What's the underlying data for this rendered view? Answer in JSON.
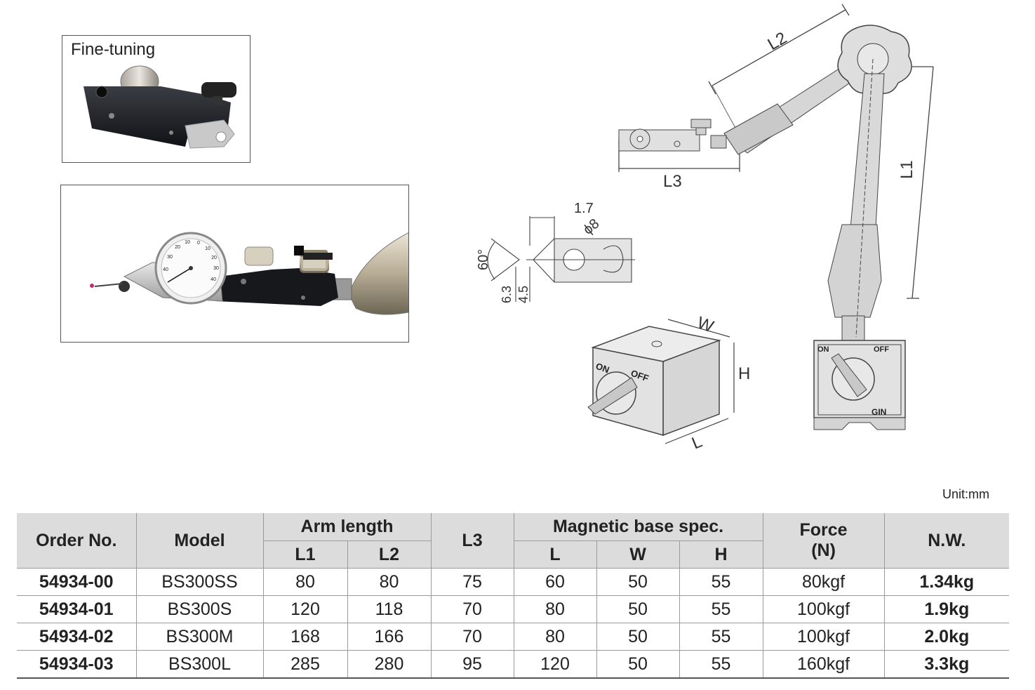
{
  "fine_tuning_label": "Fine-tuning",
  "unit_label": "Unit:mm",
  "drawing_labels": {
    "L1": "L1",
    "L2": "L2",
    "L3": "L3",
    "dim_1_7": "1.7",
    "dim_phi8": "ϕ8",
    "dim_60": "60°",
    "dim_6_3": "6.3",
    "dim_4_5": "4.5",
    "W": "W",
    "H": "H",
    "L": "L",
    "on": "ON",
    "off": "OFF",
    "gin": "GIN"
  },
  "dial_numbers": [
    "40",
    "30",
    "20",
    "10",
    "0",
    "10",
    "20",
    "30",
    "40"
  ],
  "table": {
    "headers": {
      "order_no": "Order No.",
      "model": "Model",
      "arm_length": "Arm length",
      "l1": "L1",
      "l2": "L2",
      "l3": "L3",
      "magnetic_base_spec": "Magnetic base spec.",
      "l": "L",
      "w": "W",
      "h": "H",
      "force": "Force\n(N)",
      "nw": "N.W."
    },
    "rows": [
      {
        "order_no": "54934-00",
        "model": "BS300SS",
        "l1": "80",
        "l2": "80",
        "l3": "75",
        "l": "60",
        "w": "50",
        "h": "55",
        "force": "80kgf",
        "nw": "1.34kg"
      },
      {
        "order_no": "54934-01",
        "model": "BS300S",
        "l1": "120",
        "l2": "118",
        "l3": "70",
        "l": "80",
        "w": "50",
        "h": "55",
        "force": "100kgf",
        "nw": "1.9kg"
      },
      {
        "order_no": "54934-02",
        "model": "BS300M",
        "l1": "168",
        "l2": "166",
        "l3": "70",
        "l": "80",
        "w": "50",
        "h": "55",
        "force": "100kgf",
        "nw": "2.0kg"
      },
      {
        "order_no": "54934-03",
        "model": "BS300L",
        "l1": "285",
        "l2": "280",
        "l3": "95",
        "l": "120",
        "w": "50",
        "h": "55",
        "force": "160kgf",
        "nw": "3.3kg"
      }
    ]
  }
}
